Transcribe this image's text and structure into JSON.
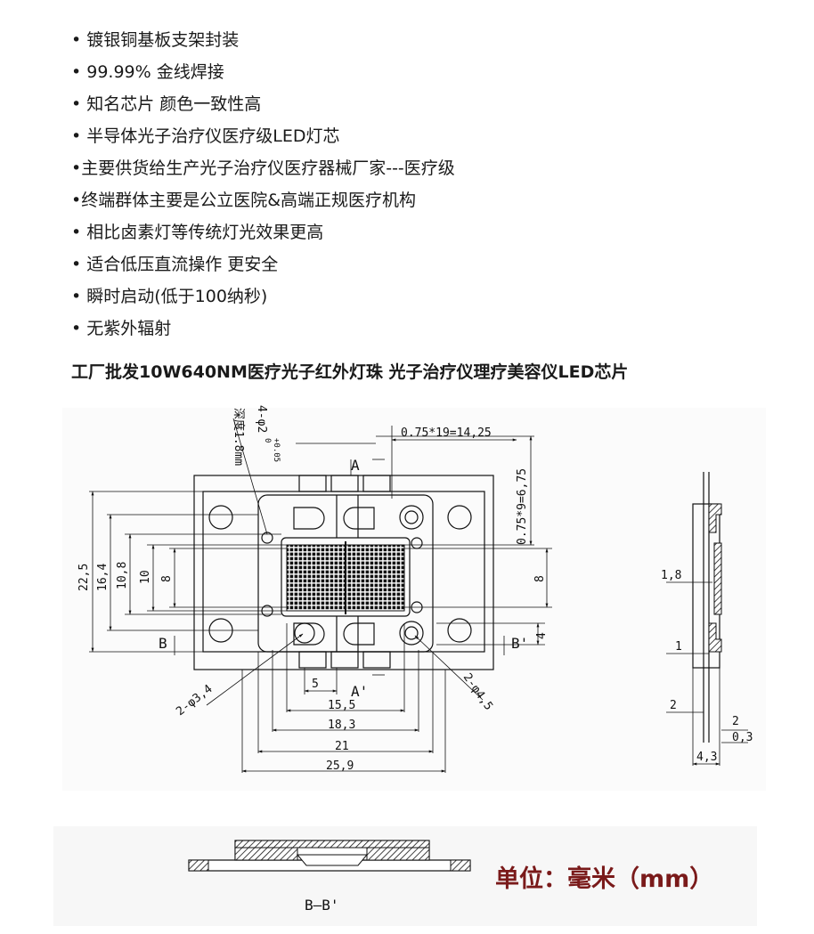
{
  "features": [
    "• 镀银铜基板支架封装",
    "• 99.99% 金线焊接",
    "• 知名芯片 颜色一致性高",
    "• 半导体光子治疗仪医疗级LED灯芯",
    "•主要供货给生产光子治疗仪医疗器械厂家---医疗级",
    "•终端群体主要是公立医院&高端正规医疗机构",
    "• 相比卤素灯等传统灯光效果更高",
    "• 适合低压直流操作 更安全",
    "• 瞬时启动(低于100纳秒)",
    "• 无紫外辐射"
  ],
  "headline": "工厂批发10W640NM医疗光子红外灯珠 光子治疗仪理疗美容仪LED芯片",
  "drawing": {
    "hole_note_1": "4-φ2",
    "hole_tol_up": "+0.05",
    "hole_tol_dn": "0",
    "hole_note_2": "深度1.8mm",
    "pitch_h": "0.75*19=14,25",
    "pitch_v": "0.75*9=6,75",
    "section_a": "A",
    "section_a2": "A'",
    "section_b": "B",
    "section_b2": "B'",
    "dim_22_5": "22,5",
    "dim_16_4": "16,4",
    "dim_10_8": "10,8",
    "dim_10": "10",
    "dim_8_left": "8",
    "dim_8_right": "8",
    "dim_4": "4",
    "dim_5": "5",
    "dim_15_5": "15,5",
    "dim_18_3": "18,3",
    "dim_21": "21",
    "dim_25_9": "25,9",
    "hole_small": "2-φ3,4",
    "hole_large": "2-φ4,5",
    "side_1_8": "1,8",
    "side_1": "1",
    "side_2a": "2",
    "side_2b": "2",
    "side_0_3": "0,3",
    "side_4_3": "4,3",
    "section_label": "B—B'",
    "unit_label": "单位：毫米（mm）"
  }
}
